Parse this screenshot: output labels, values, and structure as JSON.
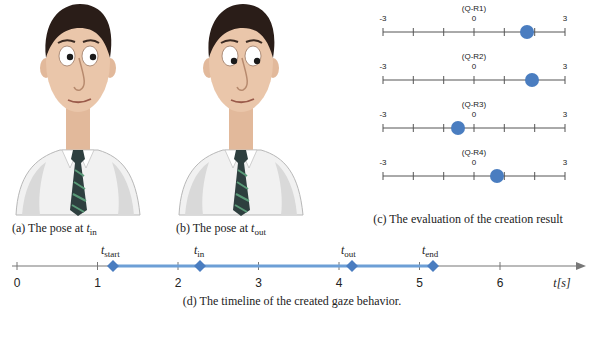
{
  "diagram": {
    "labels": [
      "(a) The pose at",
      "t",
      "in",
      "(b) The pose at",
      "t",
      "out",
      "(c) The evaluation of the creation result",
      "(d) The timeline of the created gaze behavior.",
      "(Q-R1)",
      "-3",
      "0",
      "3",
      "(Q-R2)",
      "-3",
      "0",
      "3",
      "(Q-R3)",
      "-3",
      "0",
      "3",
      "(Q-R4)",
      "-3",
      "0",
      "3",
      "0",
      "1",
      "2",
      "3",
      "4",
      "5",
      "6",
      "t[s]",
      "t",
      "start",
      "t",
      "in",
      "t",
      "out",
      "t",
      "end"
    ]
  }
}
